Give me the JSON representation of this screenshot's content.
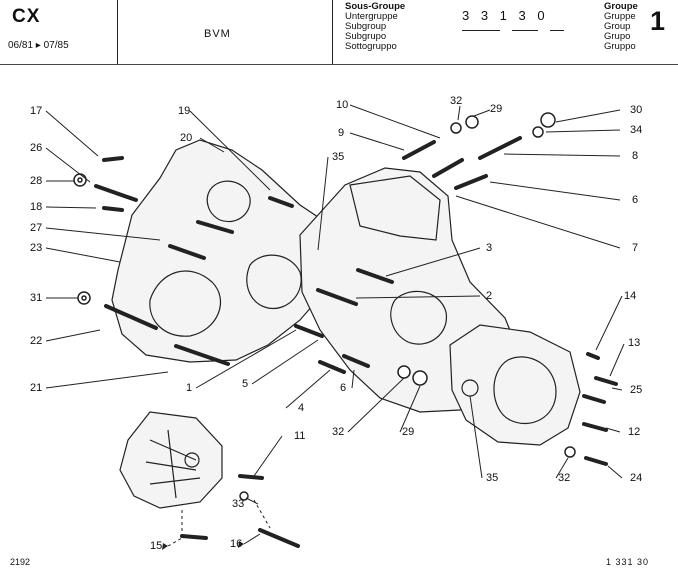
{
  "header": {
    "model": "CX",
    "dates": "06/81 ▸ 07/85",
    "title": "BVM",
    "subgroup_labels": [
      "Sous-Groupe",
      "Untergruppe",
      "Subgroup",
      "Subgrupo",
      "Sottogruppo"
    ],
    "subgroup_code": "3 3 1  3 0",
    "group_labels": [
      "Groupe",
      "Gruppe",
      "Group",
      "Grupo",
      "Gruppo"
    ],
    "group_number": "1"
  },
  "footer": {
    "left": "2192",
    "right": "1 331 30"
  },
  "callouts": [
    "17",
    "26",
    "28",
    "18",
    "27",
    "23",
    "31",
    "22",
    "21",
    "19",
    "20",
    "35",
    "10",
    "9",
    "32",
    "29",
    "30",
    "34",
    "8",
    "6",
    "7",
    "3",
    "2",
    "14",
    "13",
    "25",
    "12",
    "24",
    "1",
    "5",
    "4",
    "6",
    "32",
    "29",
    "35",
    "32",
    "11",
    "33",
    "15",
    "16"
  ]
}
